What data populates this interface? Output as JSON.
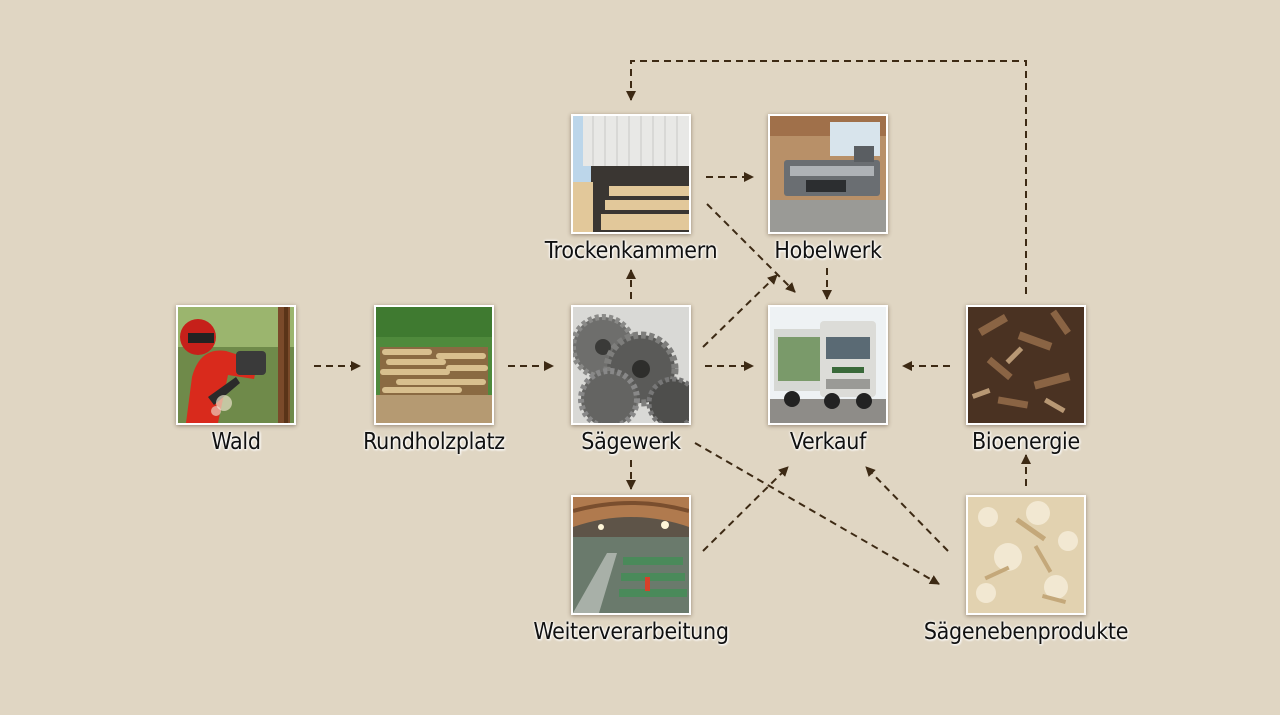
{
  "colors": {
    "background": "#e0d6c3",
    "connector": "#3d2a14",
    "label_text": "#111111",
    "label_halo": "#ffffff"
  },
  "nodes": [
    {
      "id": "wald",
      "label": "Wald",
      "icon": "forester-chainsaw-photo"
    },
    {
      "id": "rundholzplatz",
      "label": "Rundholzplatz",
      "icon": "log-yard-photo"
    },
    {
      "id": "saegewerk",
      "label": "Sägewerk",
      "icon": "saw-blades-photo"
    },
    {
      "id": "trockenkammern",
      "label": "Trockenkammern",
      "icon": "drying-kiln-photo"
    },
    {
      "id": "hobelwerk",
      "label": "Hobelwerk",
      "icon": "planing-machine-photo"
    },
    {
      "id": "verkauf",
      "label": "Verkauf",
      "icon": "delivery-truck-photo"
    },
    {
      "id": "bioenergie",
      "label": "Bioenergie",
      "icon": "wood-chips-photo"
    },
    {
      "id": "weiterverarbeitung",
      "label": "Weiterverarbeitung",
      "icon": "processing-hall-photo"
    },
    {
      "id": "saegenebenprodukte",
      "label": "Sägenebenprodukte",
      "icon": "sawdust-photo"
    }
  ],
  "edges": [
    {
      "from": "wald",
      "to": "rundholzplatz"
    },
    {
      "from": "rundholzplatz",
      "to": "saegewerk"
    },
    {
      "from": "saegewerk",
      "to": "trockenkammern"
    },
    {
      "from": "saegewerk",
      "to": "verkauf"
    },
    {
      "from": "saegewerk",
      "to": "hobelwerk"
    },
    {
      "from": "saegewerk",
      "to": "weiterverarbeitung"
    },
    {
      "from": "saegewerk",
      "to": "saegenebenprodukte"
    },
    {
      "from": "trockenkammern",
      "to": "hobelwerk"
    },
    {
      "from": "trockenkammern",
      "to": "verkauf"
    },
    {
      "from": "hobelwerk",
      "to": "verkauf"
    },
    {
      "from": "weiterverarbeitung",
      "to": "verkauf"
    },
    {
      "from": "bioenergie",
      "to": "verkauf"
    },
    {
      "from": "saegenebenprodukte",
      "to": "verkauf"
    },
    {
      "from": "saegenebenprodukte",
      "to": "bioenergie"
    },
    {
      "from": "bioenergie",
      "to": "trockenkammern"
    }
  ]
}
